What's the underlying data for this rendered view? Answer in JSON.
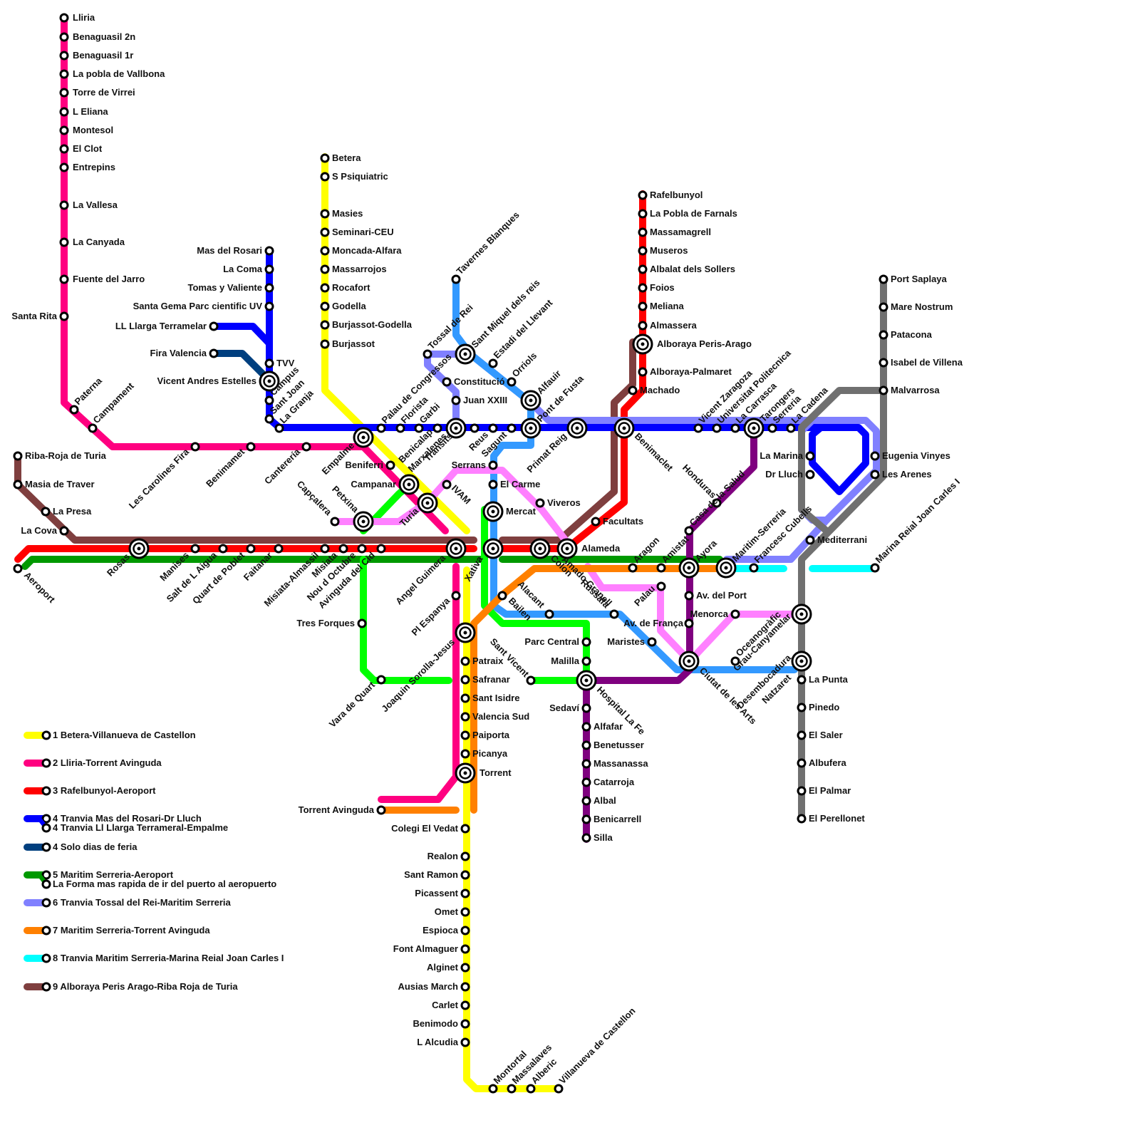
{
  "map_title": "",
  "lines": [
    {
      "id": "L1",
      "color": "#ffff00",
      "label": "1 Betera-Villanueva de Castellon"
    },
    {
      "id": "L2",
      "color": "#ff0080",
      "label": "2 Lliria-Torrent Avinguda"
    },
    {
      "id": "L3",
      "color": "#ff0000",
      "label": "3 Rafelbunyol-Aeroport"
    },
    {
      "id": "L4",
      "color": "#0000ff",
      "label": "4 Tranvia Mas del Rosari-Dr Lluch",
      "label2": "4 Tranvia Ll Llarga Terrameral-Empalme"
    },
    {
      "id": "L4F",
      "color": "#003f7f",
      "label": "4 Solo dias de feria"
    },
    {
      "id": "L5",
      "color": "#009900",
      "label": "5 Maritim Serreria-Aeroport",
      "label2": "La Forma mas rapida de ir del puerto al aeropuerto"
    },
    {
      "id": "L6",
      "color": "#8080ff",
      "label": "6 Tranvia Tossal del Rei-Maritim Serreria"
    },
    {
      "id": "L7",
      "color": "#ff8000",
      "label": "7 Maritim Serreria-Torrent Avinguda"
    },
    {
      "id": "L8",
      "color": "#00ffff",
      "label": "8 Tranvia Maritim Serreria-Marina Reial Joan Carles I"
    },
    {
      "id": "L9",
      "color": "#7f3f3f",
      "label": "9 Alboraya Peris Arago-Riba Roja de Turia"
    },
    {
      "id": "L10",
      "color": "#00ff00",
      "label": ""
    },
    {
      "id": "L11",
      "color": "#3399ff",
      "label": ""
    },
    {
      "id": "L12",
      "color": "#ff80ff",
      "label": ""
    },
    {
      "id": "L13",
      "color": "#7f007f",
      "label": ""
    },
    {
      "id": "L14",
      "color": "#707070",
      "label": ""
    }
  ],
  "stations": [
    "Lliria",
    "Benaguasil 2n",
    "Benaguasil 1r",
    "La pobla de Vallbona",
    "Torre de Virrei",
    "L Eliana",
    "Montesol",
    "El Clot",
    "Entrepins",
    "La Vallesa",
    "La Canyada",
    "Fuente del Jarro",
    "Santa Rita",
    "Paterna",
    "Campament",
    "Les Carolines Fira",
    "Benimamet",
    "Canterería",
    "Riba-Roja de Turia",
    "Masia de Traver",
    "La Presa",
    "La Cova",
    "Aeroport",
    "Rosas",
    "Manises",
    "Salt de L Aigua",
    "Quart de Poblet",
    "Faitanar",
    "Misiata-Almassil",
    "Misiata",
    "Nou d Octubre",
    "Avinguda del Cid",
    "Betera",
    "S Psiquiatric",
    "Masies",
    "Seminari-CEU",
    "Moncada-Alfara",
    "Massarrojos",
    "Rocafort",
    "Godella",
    "Burjassot-Godella",
    "Burjassot",
    "Mas del Rosari",
    "La Coma",
    "Tomas y Valiente",
    "Santa Gema Parc cientific UV",
    "LL Llarga Terramelar",
    "Fira Valencia",
    "TVV",
    "Vicent Andres Estelles",
    "Campus",
    "Sant Joan",
    "La Granja",
    "Empalme",
    "Palau de Congressos",
    "Florista",
    "Garbi",
    "Benicalap",
    "Beniferri",
    "Campanar",
    "Turia",
    "Petxina",
    "Capçalera",
    "IVAM",
    "Tossal de Rei",
    "Tavernes Blanques",
    "Sant Miquel dels reis",
    "Estadi del Llevant",
    "Orriols",
    "Alfauir",
    "Constitució",
    "Juan XXIII",
    "Marxalenes",
    "Transits",
    "Reus",
    "Sagunt",
    "Pont de Fusta",
    "Primat Reig",
    "Serrans",
    "El Carme",
    "Mercat",
    "Viveros",
    "Xativa",
    "Angel Guimera",
    "Colon",
    "Alameda",
    "Amado Granell",
    "Facultats",
    "Benimaclet",
    "Rafelbunyol",
    "La Pobla de Farnals",
    "Massamagrell",
    "Museros",
    "Albalat dels Sollers",
    "Foios",
    "Meliana",
    "Almassera",
    "Alboraya Peris-Arago",
    "Alboraya-Palmaret",
    "Machado",
    "Vicent Zaragoza",
    "Universitat Politecnica",
    "La Carrasca",
    "Tarongers",
    "Serreria",
    "La Cadena",
    "La Marina",
    "Dr Lluch",
    "Eugenia Vinyes",
    "Les Arenes",
    "Mediterrani",
    "Port Saplaya",
    "Mare Nostrum",
    "Patacona",
    "Isabel de Villena",
    "Malvarrosa",
    "Honduras",
    "Casa de la Salud",
    "Amistat",
    "Ayora",
    "Aragon",
    "Maritim-Serreria",
    "Francesc Cubells",
    "Marina Reial Joan Carles I",
    "Av. del Port",
    "Menorca",
    "Grau-Canyamelar",
    "Oceanogràfic",
    "Desembocadura",
    "Natzaret",
    "Ciutat de les Arts",
    "Palau",
    "Av. de França",
    "Maristes",
    "Russafa",
    "Alacant",
    "Bailen",
    "Parc Central",
    "Malilla",
    "Hospital La Fe",
    "Sant Vicent",
    "Sedaví",
    "Alfafar",
    "Benetusser",
    "Massanassa",
    "Catarroja",
    "Albal",
    "Benicarrell",
    "Silla",
    "Pl Espanya",
    "Joaquin Sorolla-Jesus",
    "Patraix",
    "Safranar",
    "Sant Isidre",
    "Valencia Sud",
    "Paiporta",
    "Picanya",
    "Torrent",
    "Torrent Avinguda",
    "Tres Forques",
    "Vara de Quart",
    "Colegi El Vedat",
    "Realon",
    "Sant Ramon",
    "Picassent",
    "Omet",
    "Espioca",
    "Font Almaguer",
    "Alginet",
    "Ausias March",
    "Carlet",
    "Benimodo",
    "L Alcudia",
    "Montortal",
    "Massalaves",
    "Alberic",
    "Villanueva de Castellon",
    "La Punta",
    "Pinedo",
    "El Saler",
    "Albufera",
    "El Palmar",
    "El Perellonet"
  ]
}
